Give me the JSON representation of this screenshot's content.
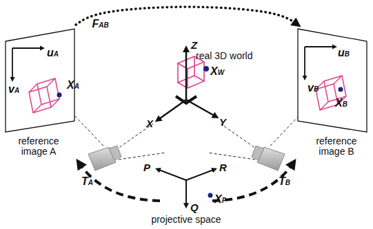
{
  "diagram": {
    "nodes": [
      {
        "text": [
          "reference image A",
          "uA",
          "vA",
          "XA"
        ]
      },
      {
        "text": [
          "reference image B",
          "uB",
          "vB",
          "XB"
        ]
      }
    ],
    "edges": [
      {
        "from": 0,
        "to": 1,
        "arrow": "to",
        "label": "FAB"
      }
    ],
    "labels": [
      "Z",
      "real 3D world",
      "XW",
      "X",
      "Y",
      "P",
      "R",
      "Q",
      "XP",
      "projective space",
      "TA",
      "TB"
    ]
  }
}
